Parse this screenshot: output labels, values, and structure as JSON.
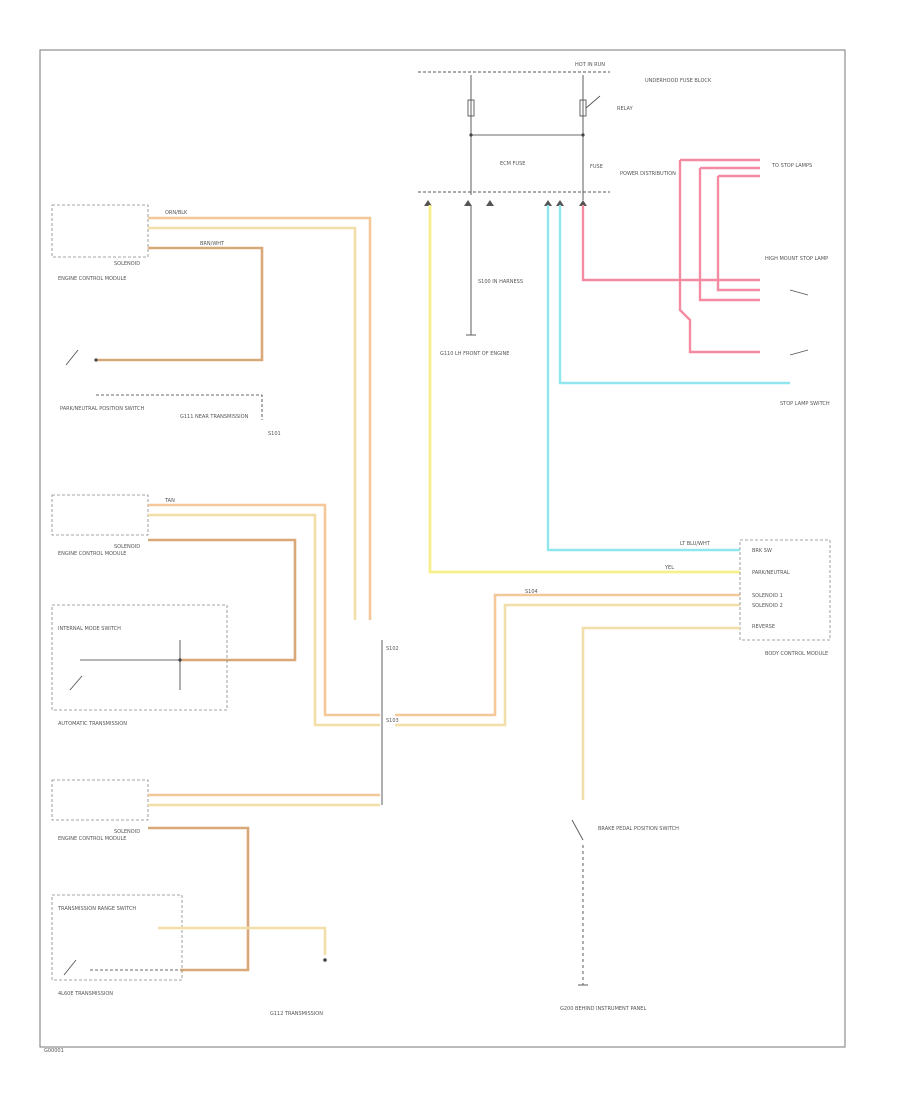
{
  "diagram": {
    "labels": {
      "hot_top": "HOT IN RUN",
      "fuse_block": "UNDERHOOD FUSE BLOCK",
      "relay_top": "RELAY",
      "ecm_fuse": "ECM FUSE",
      "fuse_right": "FUSE",
      "pwr_dist": "POWER DISTRIBUTION",
      "ground_upper": "G110 LH FRONT OF ENGINE",
      "splice_upper": "S100 IN HARNESS",
      "ecm_box_1": "ENGINE CONTROL MODULE",
      "ecm_box_2": "ENGINE CONTROL MODULE",
      "ecm_box_3": "ENGINE CONTROL MODULE",
      "ecm_box_pins_1": "SOLENOID",
      "ecm_box_pins_2": "SOLENOID",
      "ecm_box_pins_3": "SOLENOID",
      "wire_or": "ORN/BLK",
      "wire_tan": "TAN",
      "wire_brn": "BRN/WHT",
      "switch_upper": "PARK/NEUTRAL POSITION SWITCH",
      "ground_mid": "G111 NEAR TRANSMISSION",
      "splice_mid": "S101",
      "trans_internal": "INTERNAL MODE SWITCH",
      "trans_box": "AUTOMATIC TRANSMISSION",
      "splice_center_1": "S102",
      "splice_center_2": "S103",
      "trans_lower_box": "TRANSMISSION RANGE SWITCH",
      "trans_lower_label": "4L60E TRANSMISSION",
      "ground_lower": "G112 TRANSMISSION",
      "splice_right_mid": "S104",
      "bcm_label": "BODY CONTROL MODULE",
      "bcm_pin_1": "BRK SW",
      "bcm_pin_2": "PARK/NEUTRAL",
      "bcm_pin_3": "SOLENOID 1",
      "bcm_pin_4": "SOLENOID 2",
      "bcm_pin_5": "REVERSE",
      "wire_cyan": "LT BLU/WHT",
      "wire_yel": "YEL",
      "switch_lower": "BRAKE PEDAL POSITION SWITCH",
      "ground_bottom": "G200 BEHIND INSTRUMENT PANEL",
      "stop_lamp": "STOP LAMP SWITCH",
      "right_module": "HIGH MOUNT STOP LAMP",
      "right_conn": "TO STOP LAMPS",
      "fig_id": "G00001"
    }
  }
}
